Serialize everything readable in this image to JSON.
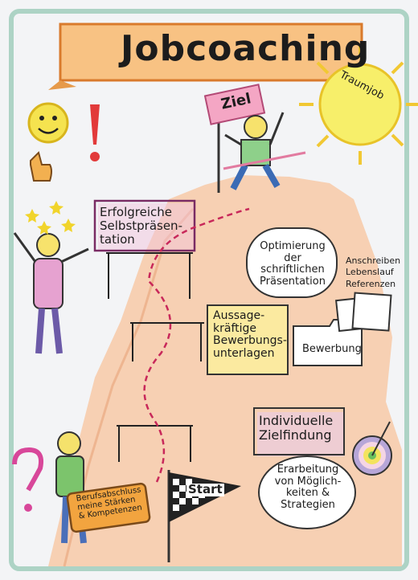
{
  "poster": {
    "title": "Jobcoaching",
    "goal_sign": "Ziel",
    "sun_label": "Traumjob",
    "start_flag": "Start",
    "steps": {
      "selbstpraesentation": [
        "Erfolgreiche",
        "Selbstpräsen-",
        "tation"
      ],
      "optimierung": [
        "Optimierung",
        "der schriftlichen",
        "Präsentation"
      ],
      "dokumente": [
        "Anschreiben",
        "Lebenslauf",
        "Referenzen"
      ],
      "unterlagen": [
        "Aussage-",
        "kräftige",
        "Bewerbungs-",
        "unterlagen"
      ],
      "bewerbung": "Bewerbung",
      "zielfindung": [
        "Individuelle",
        "Zielfindung"
      ],
      "erarbeitung": [
        "Erarbeitung",
        "von Möglich-",
        "keiten &",
        "Strategien"
      ],
      "koffer": [
        "Berufsabschluss",
        "meine Stärken",
        "& Kompetenzen"
      ]
    }
  }
}
